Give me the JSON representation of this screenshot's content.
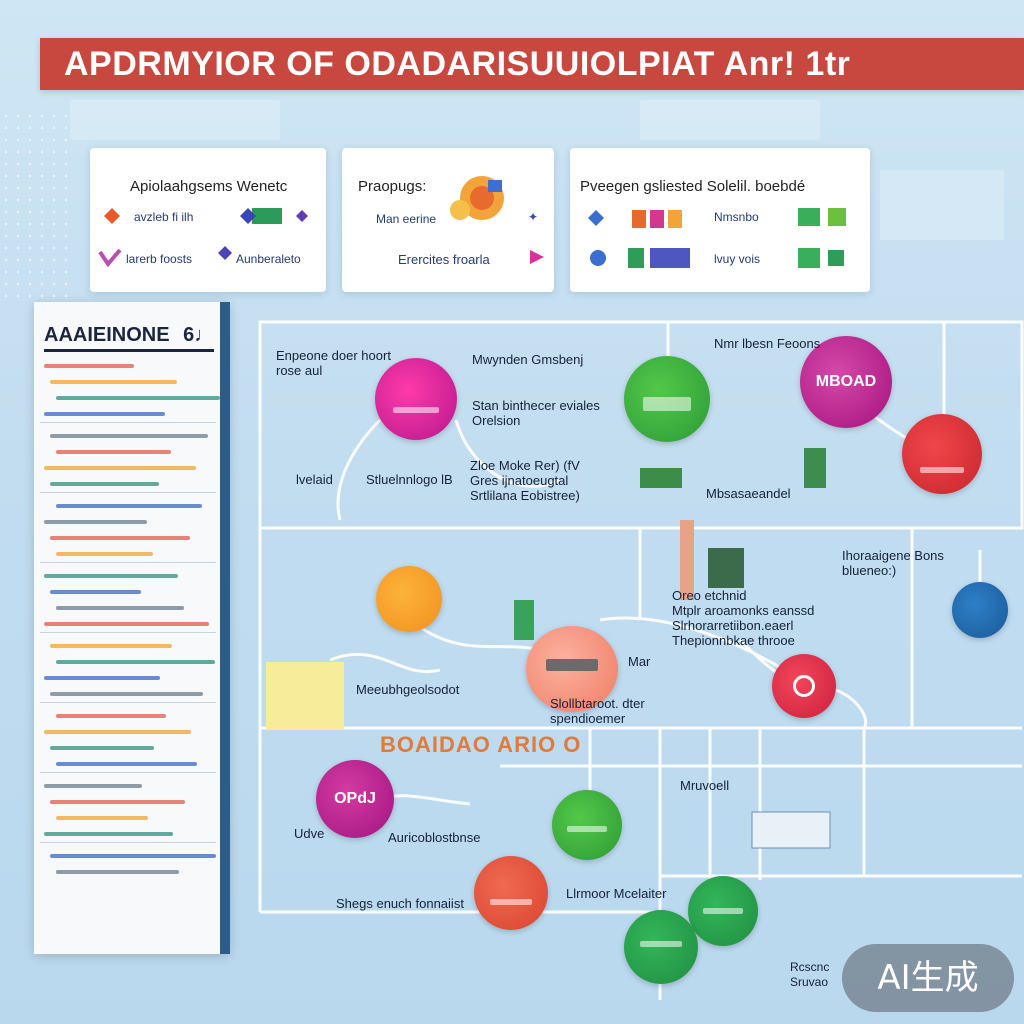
{
  "banner": {
    "title": "APDRMYIOR OF ODADARISUUIOLPIAT Anr! 1tr"
  },
  "cards": [
    {
      "title": "Apiolaahgsems Wenetc",
      "row1": "avzleb fi ilh",
      "row2a": "larerb foosts",
      "row2b": "Aunberaleto"
    },
    {
      "title": "Praopugs:",
      "row1": "Man eerine",
      "row2": "Erercites froarla"
    },
    {
      "title": "Pveegen gsliested Solelil. boebdé",
      "row1": "Nmsnbo",
      "row2": "lvuy vois"
    }
  ],
  "panel": {
    "title": "AAAIEINONE",
    "badge": "6♩"
  },
  "diagram": {
    "labels": {
      "l1": "Enpeone doer hoort\nrose aul",
      "l2": "Mwynden Gmsbenj",
      "l3": "Stan binthecer eviales\nOrelsion",
      "l4": "Nmr lbesn Feoons",
      "l5": "lvelaid",
      "l6": "Stluelnnlogo lB",
      "l7": "Zloe Moke Rer) (fV\nGres ijnatoeugtal\nSrtlilana Eobistree)",
      "l8": "Mbsasaeandel",
      "l9": "Ihoraaigene Bons\nblueneo:)",
      "l10": "Oreo etchnid\nMtplr aroamonks eanssd\nSlrhorarretiibon.eaerl\nThepionnbkae throoe",
      "l11": "Mar",
      "l12": "Meeubhgeolsodot",
      "l13": "Slollbtaroot. dter\nspendioemer",
      "l14": "Mruvoell",
      "l15": "Udve",
      "l16": "Auricoblostbnse",
      "l17": "Shegs enuch fonnaiist",
      "l18": "Llrmoor Mcelaiter",
      "l19": "Rcscnc\nSruvao"
    },
    "nodes": {
      "n1": "OPdJ",
      "n2": "MBOAD"
    },
    "orange_title": "BOAIDAO ARIO O"
  },
  "badge": {
    "text": "AI生成"
  },
  "colors": {
    "banner": "#c8473f",
    "magenta": "#d1188f",
    "green": "#3cae3a",
    "orange": "#f29a2e",
    "red": "#e0353b"
  }
}
